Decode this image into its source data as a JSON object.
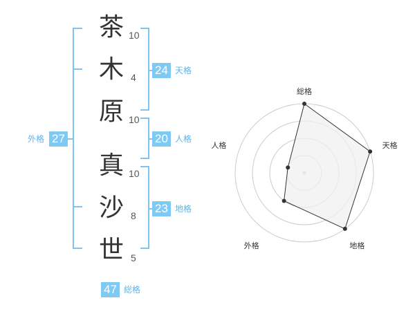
{
  "name": {
    "characters": [
      {
        "char": "茶",
        "strokes": "10"
      },
      {
        "char": "木",
        "strokes": "4"
      },
      {
        "char": "原",
        "strokes": "10"
      },
      {
        "char": "真",
        "strokes": "10"
      },
      {
        "char": "沙",
        "strokes": "8"
      },
      {
        "char": "世",
        "strokes": "5"
      }
    ]
  },
  "fortune": {
    "tenkaku": {
      "value": "24",
      "label": "天格"
    },
    "jinkaku": {
      "value": "20",
      "label": "人格"
    },
    "chikaku": {
      "value": "23",
      "label": "地格"
    },
    "gaikaku": {
      "value": "27",
      "label": "外格"
    },
    "soukaku": {
      "value": "47",
      "label": "総格"
    }
  },
  "chart_data": {
    "type": "radar",
    "axes": [
      "総格",
      "天格",
      "地格",
      "外格",
      "人格"
    ],
    "values": [
      4,
      4,
      4,
      2,
      1
    ],
    "max": 4,
    "rings": 4,
    "colors": {
      "fill": "#f0f0f0",
      "stroke": "#333333",
      "ring": "#cccccc",
      "point": "#333333"
    }
  }
}
